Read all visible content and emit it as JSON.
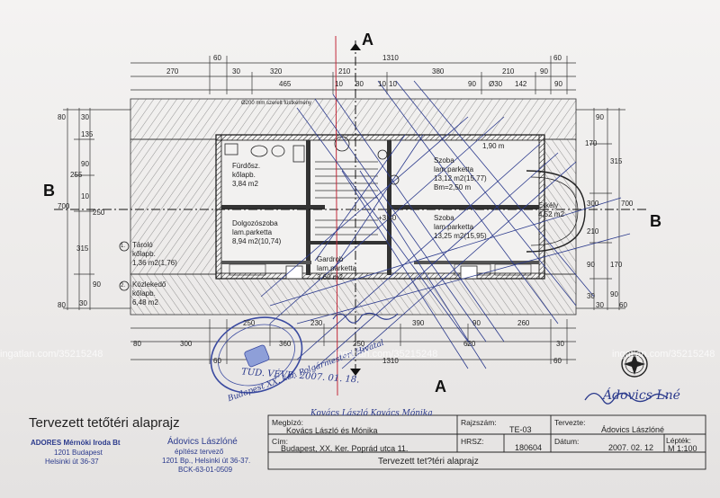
{
  "section_marks": {
    "a_top": "A",
    "a_bottom": "A",
    "b_left": "B",
    "b_right": "B"
  },
  "top_dims": {
    "row1": [
      "60",
      "1310",
      "60"
    ],
    "row2": [
      "270",
      "30",
      "320",
      "210",
      "380",
      "210",
      "90"
    ],
    "row3": [
      "465",
      "10",
      "80",
      "10",
      "10",
      "90",
      "Ø30",
      "142",
      "90"
    ],
    "roof_note": "Ø200 mm szerelt füstkémény"
  },
  "left_dims": [
    "80",
    "30",
    "135",
    "90",
    "255",
    "10",
    "700",
    "250",
    "315",
    "90",
    "80",
    "30"
  ],
  "right_dims": [
    "90",
    "170",
    "315",
    "700",
    "300",
    "210",
    "90",
    "30",
    "170",
    "90",
    "60",
    "30"
  ],
  "bottom_dims": {
    "row1": [
      "250",
      "230",
      "390",
      "90",
      "260"
    ],
    "row2": [
      "80",
      "300",
      "360",
      "250",
      "620",
      "30"
    ],
    "row3": [
      "60",
      "1310",
      "60"
    ]
  },
  "rooms": {
    "furdo": [
      "Fürdősz.",
      "kőlapb.",
      "3,84 m2"
    ],
    "dolgozo": [
      "Dolgozószoba",
      "lam.parketta",
      "8,94 m2(10,74)"
    ],
    "gardrob": [
      "Gardrob",
      "lam.parketta",
      "3,60 m2"
    ],
    "szoba1": [
      "Szoba",
      "lam.parketta",
      "13,12 m2(15,77)",
      "Bm=2,50 m"
    ],
    "szoba2": [
      "Szoba",
      "lam.parketta",
      "13,25 m2(15,95)"
    ],
    "erkely": [
      "Erkély",
      "4,52 m2"
    ],
    "level": "+3,40",
    "d190": "1,90 m"
  },
  "legend": {
    "item1": {
      "num": "1.",
      "name": "Tároló",
      "floor": "kőlapb.",
      "area": "1,36 m2(1,76)"
    },
    "item2": {
      "num": "2.",
      "name": "Közlekedő",
      "floor": "kőlapb.",
      "area": "6,48 m2"
    }
  },
  "stamp": {
    "text": "Budapest XX. ker. Polgármesteri Hivatal",
    "handwritten": "TUD. VÉVE: 2007. 01. 18."
  },
  "main_title": "Tervezett tetőtéri alaprajz",
  "office": {
    "left_name": "ADORES Mérnöki Iroda  Bt",
    "left_addr1": "1201 Budapest",
    "left_addr2": "Helsinki út 36-37",
    "right_name": "Ádovics Lászlóné",
    "right_role": "építész tervező",
    "right_addr": "1201 Bp., Helsinki út 36-37.",
    "right_code": "BCK-63-01-0509"
  },
  "title_block": {
    "megbizo_label": "Megbízó:",
    "megbizo_value": "Kovács László és Mónika",
    "megbizo_sign": "Kovács László  Kovács Mónika",
    "rajzszam_label": "Rajzszám:",
    "rajzszam_value": "TE-03",
    "tervezte_label": "Tervezte:",
    "tervezte_value": "Ádovics Lászlóné",
    "cim_label": "Cím:",
    "cim_value": "Budapest, XX. Ker. Poprád utca 11.",
    "hrsz_label": "HRSZ:",
    "hrsz_value": "180604",
    "datum_label": "Dátum:",
    "datum_value": "2007. 02. 12",
    "lepték_label": "Lépték:",
    "lepték_value": "M 1:100",
    "drawing_name": "Tervezett tet?téri alaprajz"
  },
  "signature": "Ádovics Lné",
  "watermarks": [
    "ingatlan.com/35215248",
    "ingatlan.com/35215248",
    "ingatlan.com/35215248"
  ]
}
